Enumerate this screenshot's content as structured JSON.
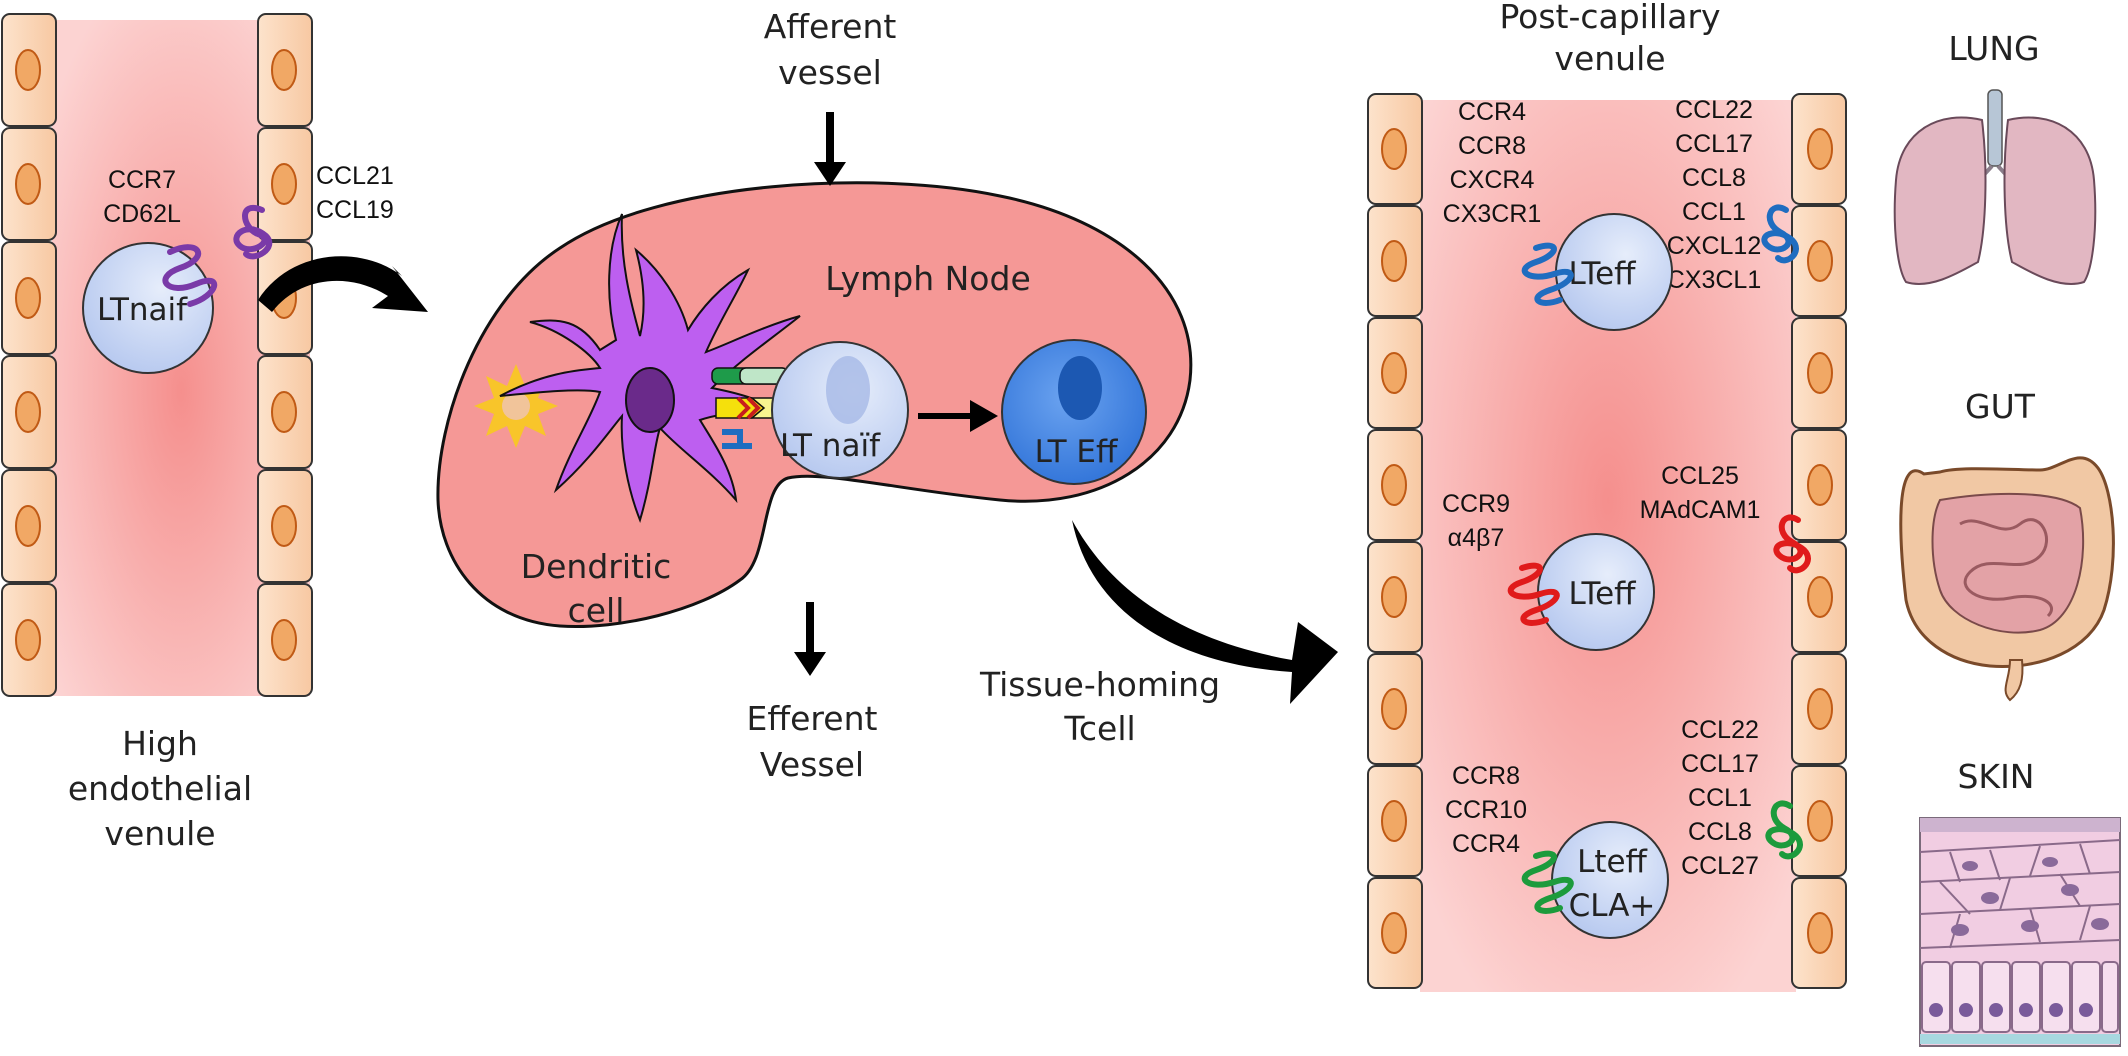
{
  "hev": {
    "cell_label": "LTnaif",
    "receptors": [
      "CCR7",
      "CD62L"
    ],
    "chemokines": [
      "CCL21",
      "CCL19"
    ],
    "caption": [
      "High",
      "endothelial",
      "venule"
    ]
  },
  "lymph_node": {
    "title": "Lymph Node",
    "afferent": [
      "Afferent",
      "vessel"
    ],
    "efferent": [
      "Efferent",
      "Vessel"
    ],
    "dendritic": [
      "Dendritic",
      "cell"
    ],
    "lt_naif": "LT naïf",
    "lt_eff": "LT Eff"
  },
  "tissue_homing": [
    "Tissue-homing",
    "Tcell"
  ],
  "pcv": {
    "title": [
      "Post-capillary",
      "venule"
    ],
    "lung": {
      "receptors": [
        "CCR4",
        "CCR8",
        "CXCR4",
        "CX3CR1"
      ],
      "chemokines": [
        "CCL22",
        "CCL17",
        "CCL8",
        "CCL1",
        "CXCL12",
        "CX3CL1"
      ],
      "cell_label": "LTeff"
    },
    "gut": {
      "receptors": [
        "CCR9",
        "α4β7"
      ],
      "chemokines": [
        "CCL25",
        "MAdCAM1"
      ],
      "cell_label": "LTeff"
    },
    "skin": {
      "receptors": [
        "CCR8",
        "CCR10",
        "CCR4"
      ],
      "chemokines": [
        "CCL22",
        "CCL17",
        "CCL1",
        "CCL8",
        "CCL27"
      ],
      "cell_label": [
        "Lteff",
        "CLA+"
      ]
    }
  },
  "organs": {
    "lung": "LUNG",
    "gut": "GUT",
    "skin": "SKIN"
  },
  "colors": {
    "vessel_lumen": "#f9b2b0",
    "endothelial_cell": "#fbd6b7",
    "nucleus": "#f1a865",
    "lymph_node": "#f59896",
    "tcell": "#ced9f5",
    "effector_cell": "#3a7de0",
    "dendritic": "#bd5ff0",
    "lung_receptor": "#1f6dc0",
    "gut_receptor": "#e01b1b",
    "skin_receptor": "#1c9b3c",
    "ccr7_receptor": "#7a3aa8"
  }
}
